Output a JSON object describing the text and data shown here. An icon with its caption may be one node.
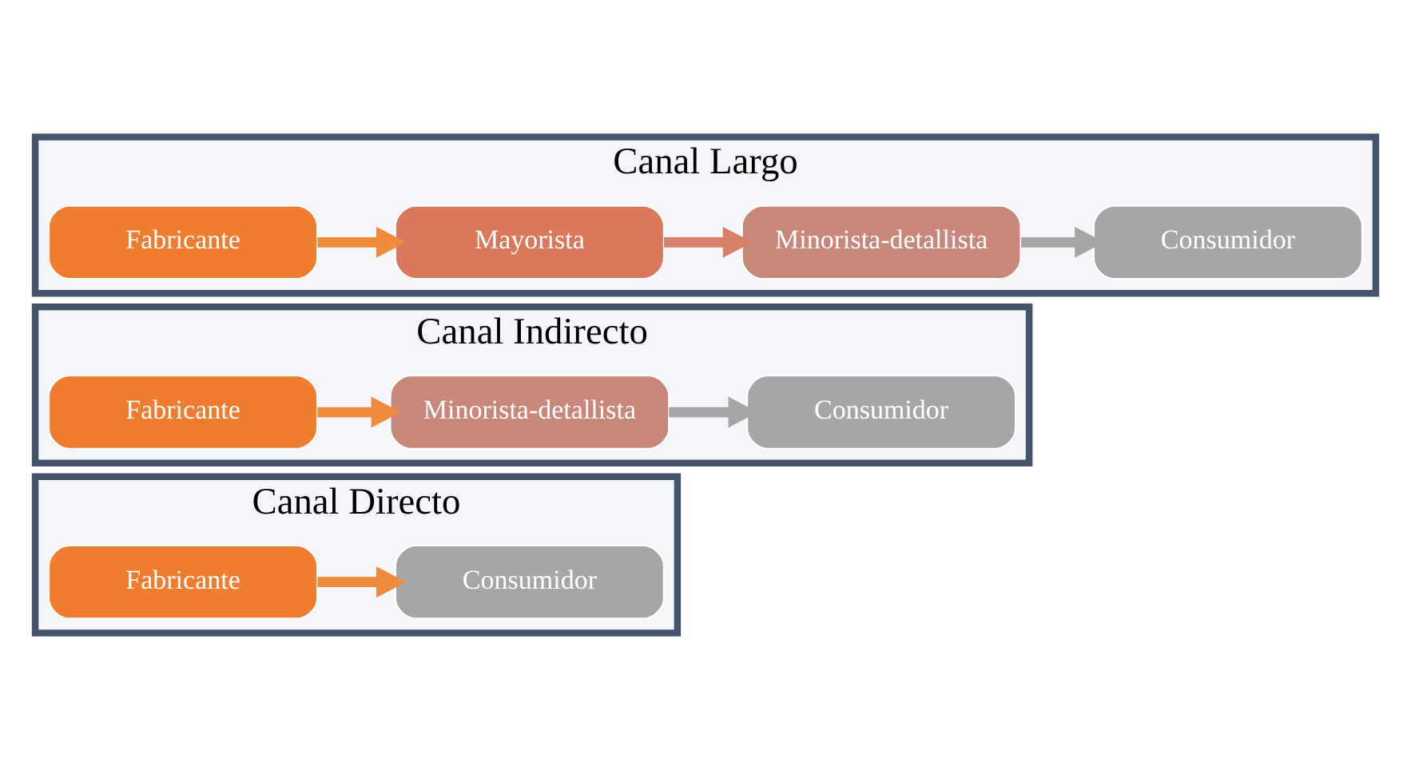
{
  "diagram": {
    "nodes": [
      {
        "text": [
          "Canal Directo"
        ]
      },
      {
        "text": [
          "Fabricante"
        ],
        "in": 0
      },
      {
        "text": [
          "Consumidor"
        ],
        "in": 0
      },
      {
        "text": [
          "Canal Indirecto"
        ]
      },
      {
        "text": [
          "Fabricante"
        ],
        "in": 3
      },
      {
        "text": [
          "Minorista-detallista"
        ],
        "in": 3
      },
      {
        "text": [
          "Consumidor"
        ],
        "in": 3
      },
      {
        "text": [
          "Canal Largo"
        ]
      },
      {
        "text": [
          "Fabricante"
        ],
        "in": 7
      },
      {
        "text": [
          "Mayorista"
        ],
        "in": 7
      },
      {
        "text": [
          "Minorista-detallista"
        ],
        "in": 7
      },
      {
        "text": [
          "Consumidor"
        ],
        "in": 7
      }
    ],
    "edges": [
      {
        "from": 1,
        "to": 2,
        "arrow": "to"
      },
      {
        "from": 4,
        "to": 5,
        "arrow": "to"
      },
      {
        "from": 5,
        "to": 6,
        "arrow": "to",
        "color": "#a6a6a6"
      },
      {
        "from": 8,
        "to": 9,
        "arrow": "to"
      },
      {
        "from": 9,
        "to": 10,
        "arrow": "to",
        "color": "#d98068"
      },
      {
        "from": 10,
        "to": 11,
        "arrow": "to",
        "color": "#a6a6a6"
      }
    ]
  }
}
